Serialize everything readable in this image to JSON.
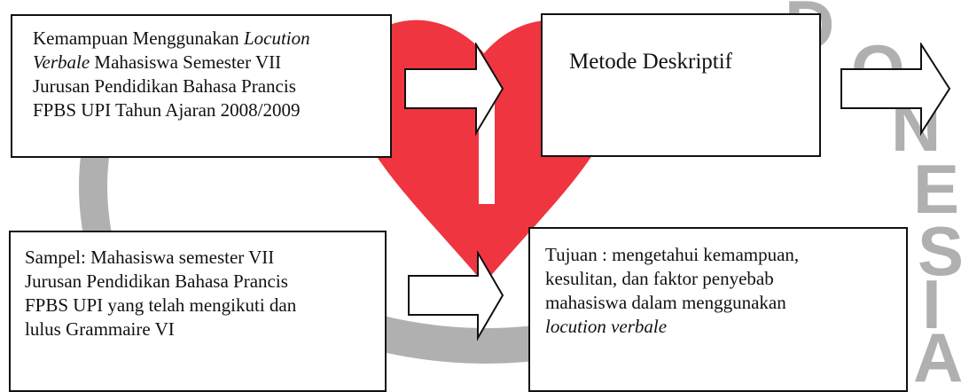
{
  "watermark": {
    "letters_right": [
      "D",
      "O",
      "N",
      "E",
      "S",
      "I",
      "A"
    ],
    "colors": {
      "heart": "#ee2a35",
      "gray": "#b0b0b0"
    }
  },
  "boxes": {
    "top_left": {
      "text_1": "Kemampuan Menggunakan ",
      "italic_1": "Locution",
      "italic_2": "Verbale",
      "text_2": " Mahasiswa Semester VII",
      "line_3": "Jurusan Pendidikan Bahasa Prancis",
      "line_4": "FPBS UPI Tahun Ajaran 2008/2009"
    },
    "top_middle": {
      "label": "Metode Deskriptif"
    },
    "bottom_left": {
      "line_1": "Sampel: Mahasiswa semester VII",
      "line_2": "Jurusan Pendidikan Bahasa Prancis",
      "line_3": "FPBS UPI yang telah mengikuti dan",
      "line_4": "lulus Grammaire VI"
    },
    "bottom_right": {
      "line_1": "Tujuan : mengetahui kemampuan,",
      "line_2": "kesulitan, dan faktor penyebab",
      "line_3": "mahasiswa dalam menggunakan",
      "italic_line": "locution verbale"
    }
  }
}
